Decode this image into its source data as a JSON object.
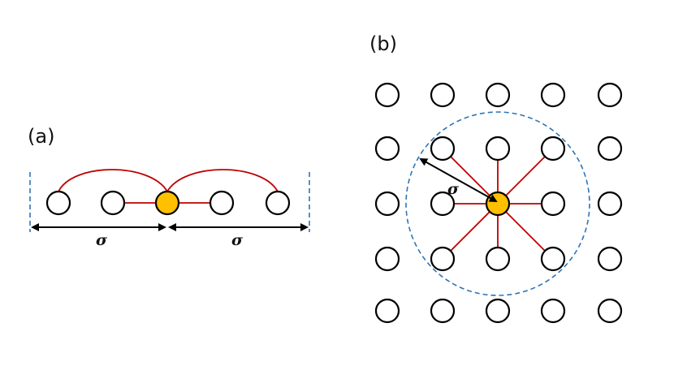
{
  "panels": {
    "a": {
      "label": "(a)",
      "sigma_left": "σ",
      "sigma_right": "σ"
    },
    "b": {
      "label": "(b)",
      "sigma": "σ"
    }
  },
  "colors": {
    "center_node": "#FFC000",
    "bond": "#C00000",
    "boundary": "#2E75B6",
    "arrow": "#000000"
  }
}
